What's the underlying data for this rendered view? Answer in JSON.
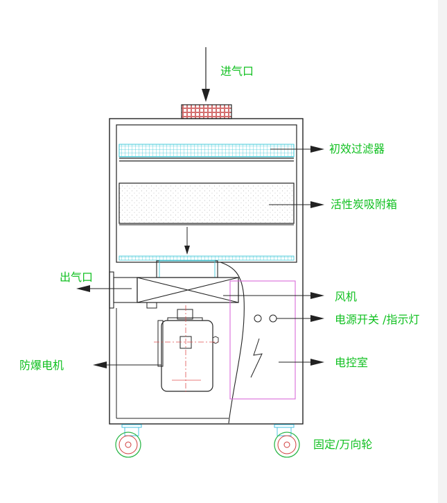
{
  "labels": {
    "inlet": "进气口",
    "primary_filter": "初效过滤器",
    "carbon_box": "活性炭吸附箱",
    "outlet": "出气口",
    "fan": "风机",
    "power_switch": "电源开关 /指示灯",
    "motor": "防爆电机",
    "control_room": "电控室",
    "casters": "固定/万向轮"
  },
  "colors": {
    "line": "#222222",
    "label": "#10c020",
    "mesh": "#40c8d8",
    "casing_magenta": "#d86ad8",
    "centerline": "#e05050",
    "caster_green": "#2db84a",
    "caster_red": "#d03a3a",
    "caster_cyan": "#40c0e0"
  }
}
